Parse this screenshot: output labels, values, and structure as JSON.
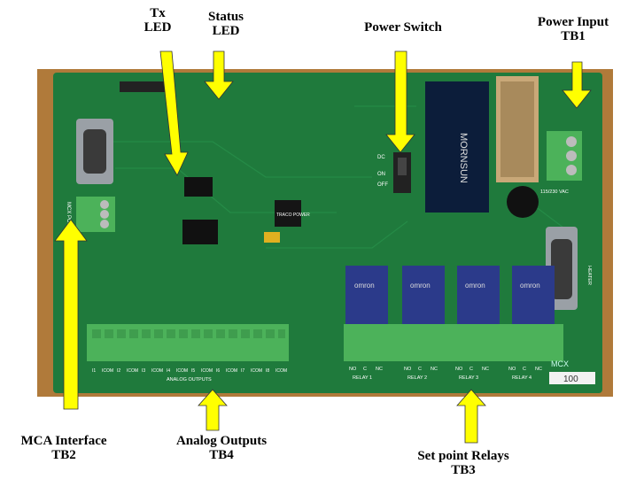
{
  "callouts": {
    "tx_led": {
      "line1": "Tx",
      "line2": "LED"
    },
    "status_led": {
      "line1": "Status",
      "line2": "LED"
    },
    "power_switch": {
      "line1": "Power Switch"
    },
    "power_input": {
      "line1": "Power Input",
      "line2": "TB1"
    },
    "mca_interface": {
      "line1": "MCA Interface",
      "line2": "TB2"
    },
    "analog_outputs": {
      "line1": "Analog Outputs",
      "line2": "TB4"
    },
    "setpoint_relays": {
      "line1": "Set point Relays",
      "line2": "TB3"
    }
  },
  "board": {
    "power_module_brand": "MORNSUN",
    "relay_brand": "omron",
    "analog_label": "ANALOG OUTPUTS",
    "analog_channels": [
      "I1",
      "ICOM",
      "I2",
      "ICOM",
      "I3",
      "ICOM",
      "I4",
      "ICOM",
      "I5",
      "ICOM",
      "I6",
      "ICOM",
      "I7",
      "ICOM",
      "I8",
      "ICOM"
    ],
    "relay_terms": [
      "NO",
      "C",
      "NC"
    ],
    "relay_labels": [
      "RELAY 1",
      "RELAY 2",
      "RELAY 3",
      "RELAY 4"
    ],
    "switch_on": "ON",
    "switch_off": "OFF",
    "switch_dc": "DC",
    "vac_label": "115/230 VAC",
    "heater_label": "HEATER",
    "mcx_port": "MCX PORT",
    "brand": "MCX",
    "sticker": "100",
    "traco": "TRACO POWER"
  },
  "colors": {
    "pcb": "#1f7a3c",
    "pcb_dark": "#185f2e",
    "terminal": "#4cb25a",
    "relay": "#2b3a8a",
    "arrow": "#ffff00",
    "wood": "#b07a3a"
  }
}
